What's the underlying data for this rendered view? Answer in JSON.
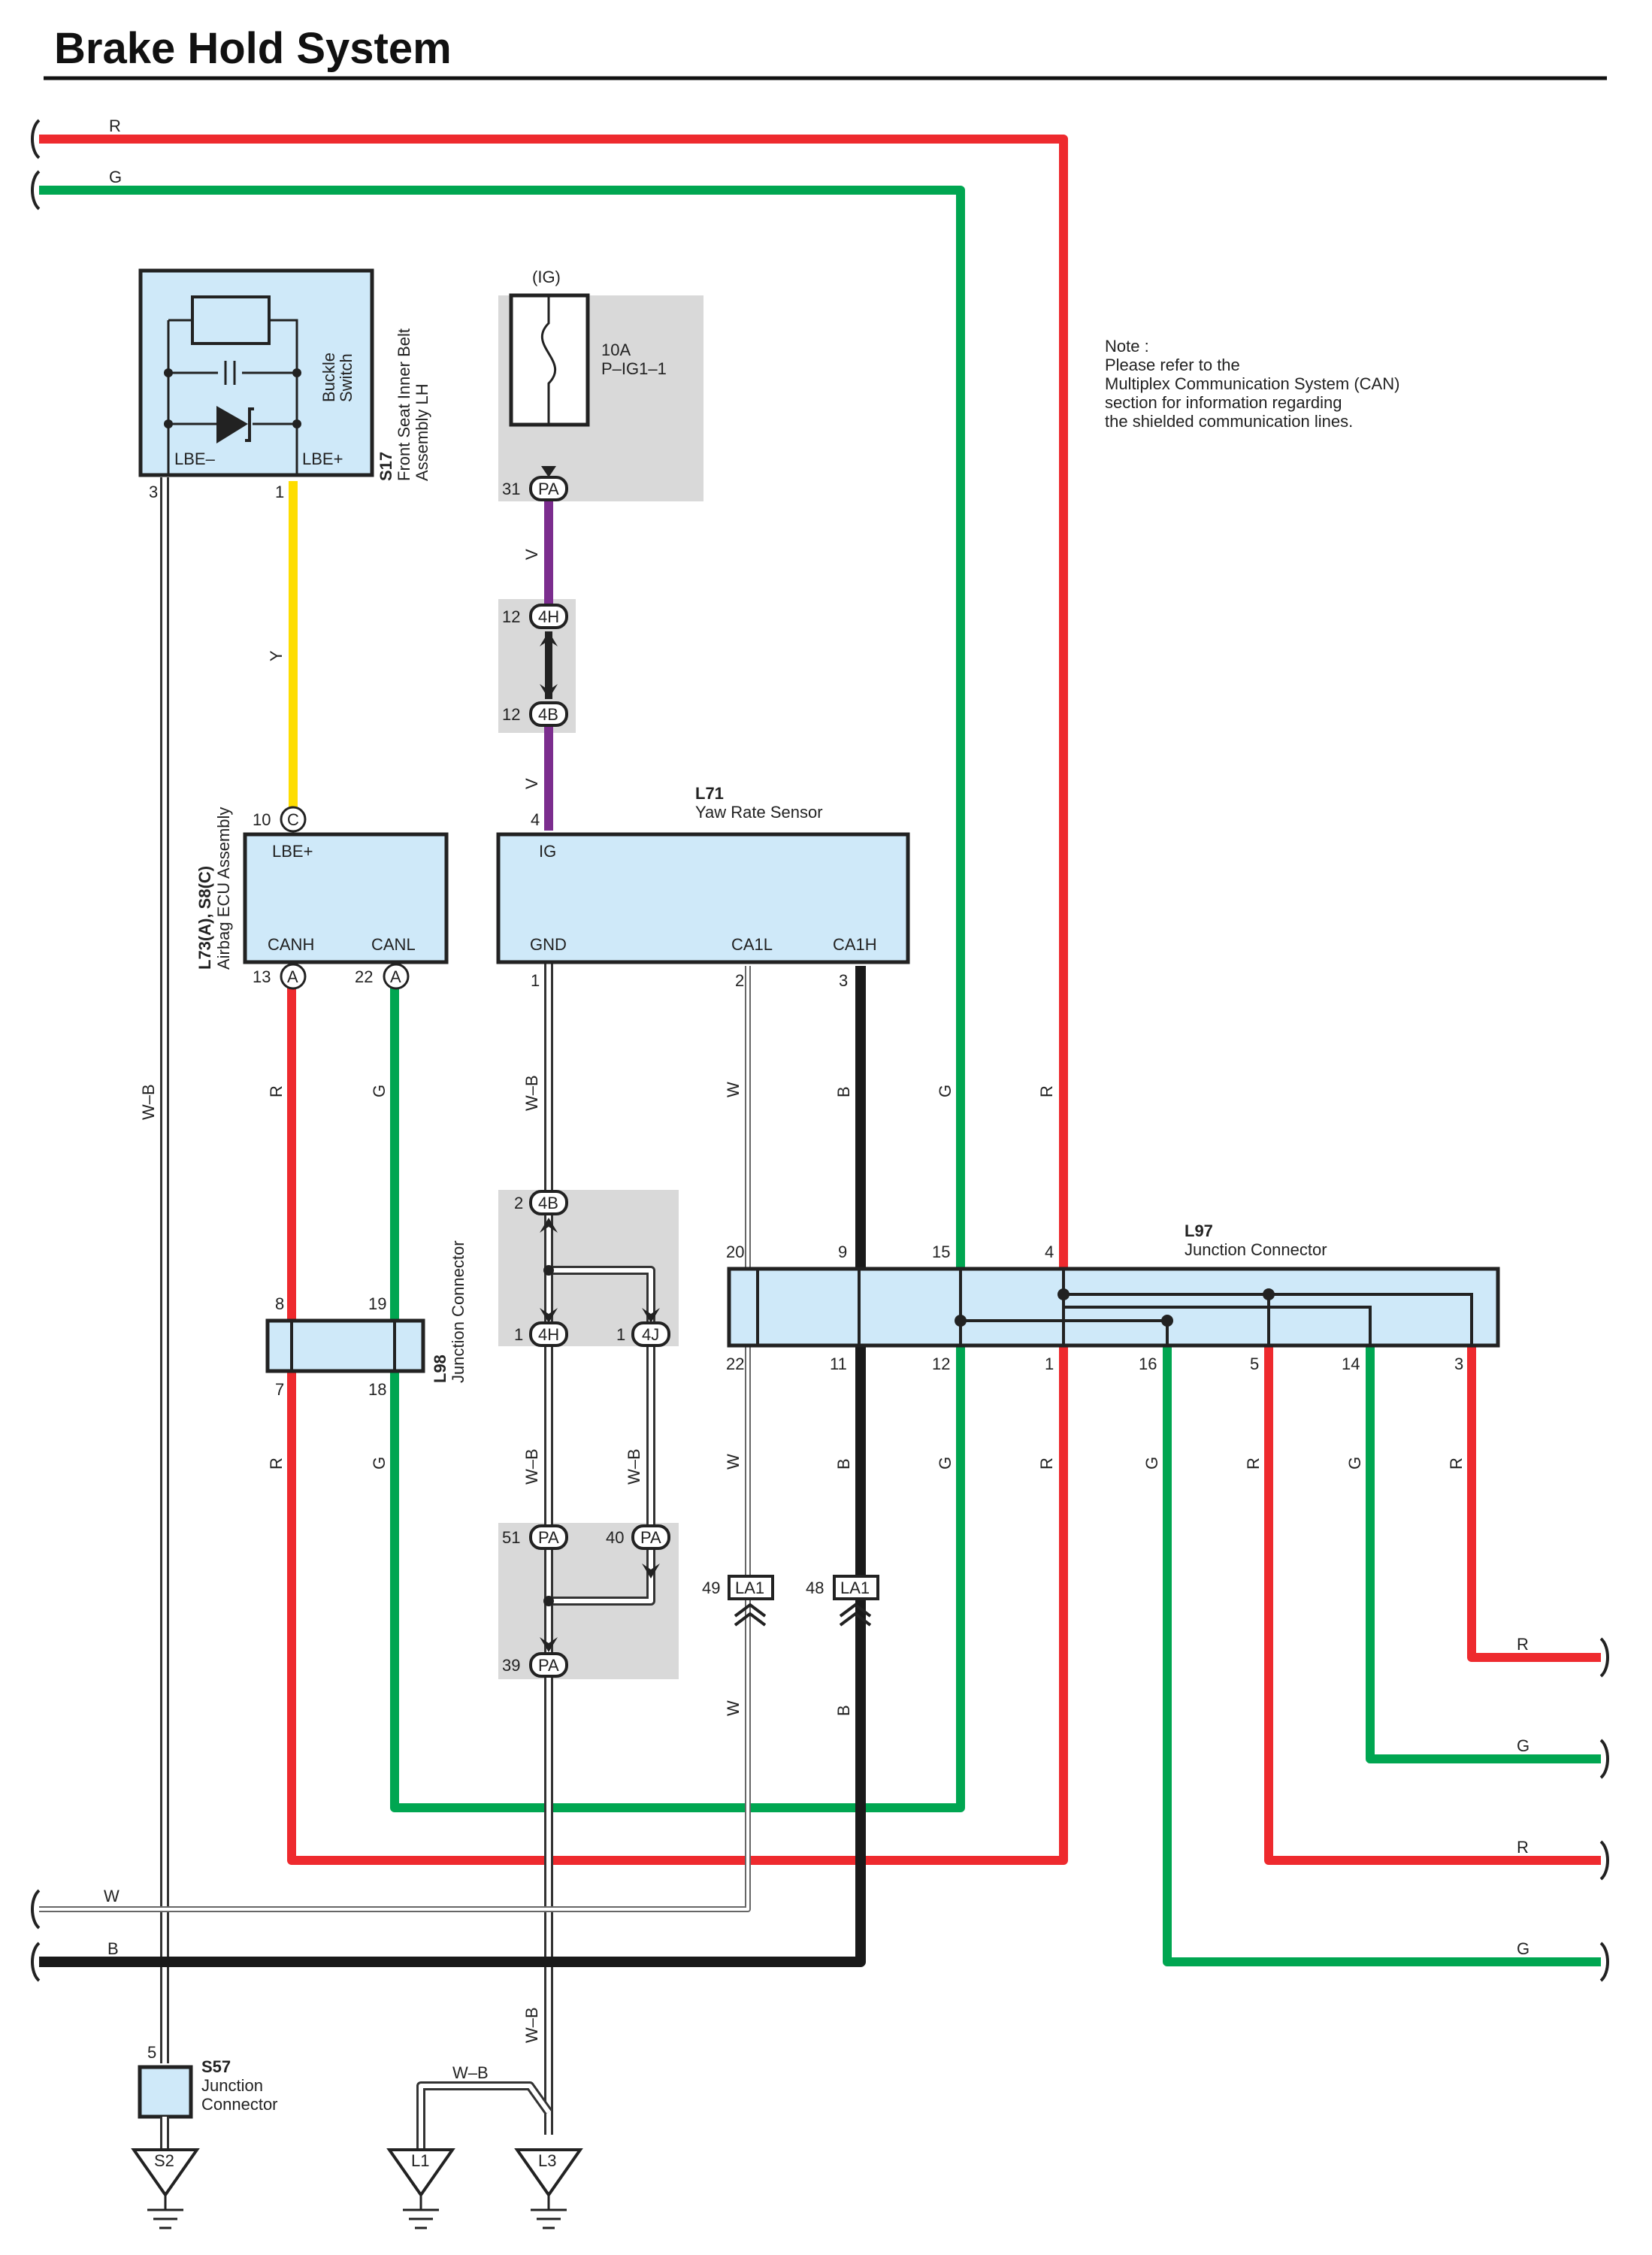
{
  "title": "Brake Hold System",
  "note": {
    "lines": [
      "Note :",
      "Please refer to the",
      "Multiplex Communication System (CAN)",
      "section for information regarding",
      "the shielded communication lines."
    ]
  },
  "colors": {
    "R": "#ee2a2e",
    "G": "#00a651",
    "Y": "#fedd00",
    "V": "#7b2d8e",
    "B": "#1a1a1a",
    "W": "#ffffff",
    "component_fill": "#cfe9f9",
    "connector_bg": "#d9d9d9"
  },
  "wire_labels": {
    "r": "R",
    "g": "G",
    "y": "Y",
    "v": "V",
    "w": "W",
    "b": "B",
    "wb": "W–B"
  },
  "components": {
    "s17": {
      "code": "S17",
      "name_line1": "Front Seat Inner Belt",
      "name_line2": "Assembly LH",
      "sub_line1": "Buckle",
      "sub_line2": "Switch",
      "pin_lbe_minus": "LBE–",
      "pin_lbe_plus": "LBE+",
      "pin_num_3": "3",
      "pin_num_1": "1"
    },
    "fuse": {
      "source": "(IG)",
      "rating": "10A",
      "name": "P–IG1–1"
    },
    "l73": {
      "code": "L73(A), S8(C)",
      "name": "Airbag ECU Assembly",
      "pin_lbe_plus": "LBE+",
      "pin_canh": "CANH",
      "pin_canl": "CANL",
      "pin_num_10": "10",
      "pin_num_13": "13",
      "pin_num_22": "22",
      "conn_c": "C",
      "conn_a": "A"
    },
    "l71": {
      "code": "L71",
      "name": "Yaw Rate Sensor",
      "pin_ig": "IG",
      "pin_gnd": "GND",
      "pin_ca1l": "CA1L",
      "pin_ca1h": "CA1H",
      "pin_num_4": "4",
      "pin_num_1": "1",
      "pin_num_2": "2",
      "pin_num_3": "3"
    },
    "l97": {
      "code": "L97",
      "name": "Junction Connector",
      "top_pins": [
        "20",
        "9",
        "15",
        "4"
      ],
      "bottom_pins": [
        "22",
        "11",
        "12",
        "1",
        "16",
        "5",
        "14",
        "3"
      ]
    },
    "l98": {
      "code": "L98",
      "name": "Junction Connector",
      "pin_8": "8",
      "pin_19": "19",
      "pin_7": "7",
      "pin_18": "18"
    },
    "s57": {
      "code": "S57",
      "name_line1": "Junction",
      "name_line2": "Connector",
      "pin_5": "5"
    }
  },
  "connectors": {
    "pa31": {
      "num": "31",
      "id": "PA"
    },
    "h4_12": {
      "num": "12",
      "id": "4H"
    },
    "b4_12": {
      "num": "12",
      "id": "4B"
    },
    "b4_2": {
      "num": "2",
      "id": "4B"
    },
    "h4_1": {
      "num": "1",
      "id": "4H"
    },
    "j4_1": {
      "num": "1",
      "id": "4J"
    },
    "pa51": {
      "num": "51",
      "id": "PA"
    },
    "pa40": {
      "num": "40",
      "id": "PA"
    },
    "pa39": {
      "num": "39",
      "id": "PA"
    },
    "la1_49": {
      "num": "49",
      "id": "LA1"
    },
    "la1_48": {
      "num": "48",
      "id": "LA1"
    }
  },
  "grounds": [
    "S2",
    "L1",
    "L3"
  ]
}
